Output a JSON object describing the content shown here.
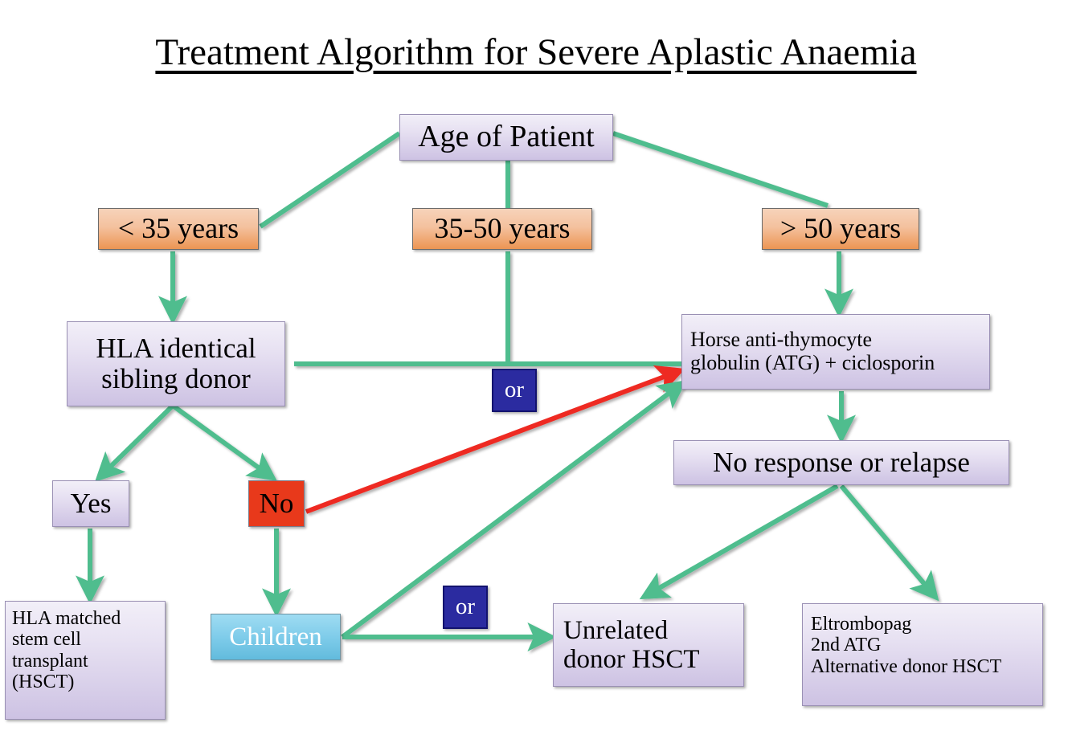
{
  "title": "Treatment Algorithm for Severe Aplastic Anaemia",
  "colors": {
    "arrow_green": "#4FBD8E",
    "arrow_red": "#EE2B22",
    "box_lavender": "#CDC2E3",
    "box_orange": "#EC9553",
    "box_red": "#E8391B",
    "box_blue": "#2B2BA0",
    "box_cyan": "#7FCCEA",
    "text_black": "#000000",
    "text_white": "#FFFFFF"
  },
  "nodes": {
    "age": "Age of Patient",
    "under35": "< 35 years",
    "age3550": "35-50 years",
    "over50": "> 50 years",
    "hla_sibling": "HLA identical\nsibling donor",
    "atg": "Horse anti-thymocyte\nglobulin (ATG) + ciclosporin",
    "or_1": "or",
    "yes": "Yes",
    "no": "No",
    "no_response": "No response or relapse",
    "hla_matched": "HLA matched\nstem cell\ntransplant\n(HSCT)",
    "children": "Children",
    "or_2": "or",
    "unrelated": "Unrelated\ndonor HSCT",
    "eltrombopag": "Eltrombopag\n2nd ATG\nAlternative donor HSCT"
  },
  "edges": [
    {
      "name": "age-to-under35",
      "from": "age",
      "to": "under35",
      "color": "green",
      "arrowhead": false
    },
    {
      "name": "age-to-3550",
      "from": "age",
      "to": "age3550",
      "color": "green",
      "arrowhead": false
    },
    {
      "name": "age-to-over50",
      "from": "age",
      "to": "over50",
      "color": "green",
      "arrowhead": false
    },
    {
      "name": "under35-to-hla-sibling",
      "from": "under35",
      "to": "hla_sibling",
      "color": "green",
      "arrowhead": true
    },
    {
      "name": "over50-to-atg",
      "from": "over50",
      "to": "atg",
      "color": "green",
      "arrowhead": true
    },
    {
      "name": "age3550-to-atg",
      "from": "age3550",
      "to": "atg",
      "color": "green",
      "arrowhead": false
    },
    {
      "name": "hla-sibling-to-atg",
      "from": "hla_sibling",
      "to": "atg",
      "color": "green",
      "arrowhead": false
    },
    {
      "name": "hla-sibling-to-yes",
      "from": "hla_sibling",
      "to": "yes",
      "color": "green",
      "arrowhead": true
    },
    {
      "name": "hla-sibling-to-no",
      "from": "hla_sibling",
      "to": "no",
      "color": "green",
      "arrowhead": true
    },
    {
      "name": "no-to-atg",
      "from": "no",
      "to": "atg",
      "color": "red",
      "arrowhead": true
    },
    {
      "name": "yes-to-hla-matched",
      "from": "yes",
      "to": "hla_matched",
      "color": "green",
      "arrowhead": true
    },
    {
      "name": "no-to-children",
      "from": "no",
      "to": "children",
      "color": "green",
      "arrowhead": true
    },
    {
      "name": "children-to-atg",
      "from": "children",
      "to": "atg",
      "color": "green",
      "arrowhead": true
    },
    {
      "name": "children-to-unrelated",
      "from": "children",
      "to": "unrelated",
      "color": "green",
      "arrowhead": true
    },
    {
      "name": "atg-to-no-response",
      "from": "atg",
      "to": "no_response",
      "color": "green",
      "arrowhead": true
    },
    {
      "name": "no-response-to-unrelated",
      "from": "no_response",
      "to": "unrelated",
      "color": "green",
      "arrowhead": true
    },
    {
      "name": "no-response-to-eltrombopag",
      "from": "no_response",
      "to": "eltrombopag",
      "color": "green",
      "arrowhead": true
    }
  ]
}
